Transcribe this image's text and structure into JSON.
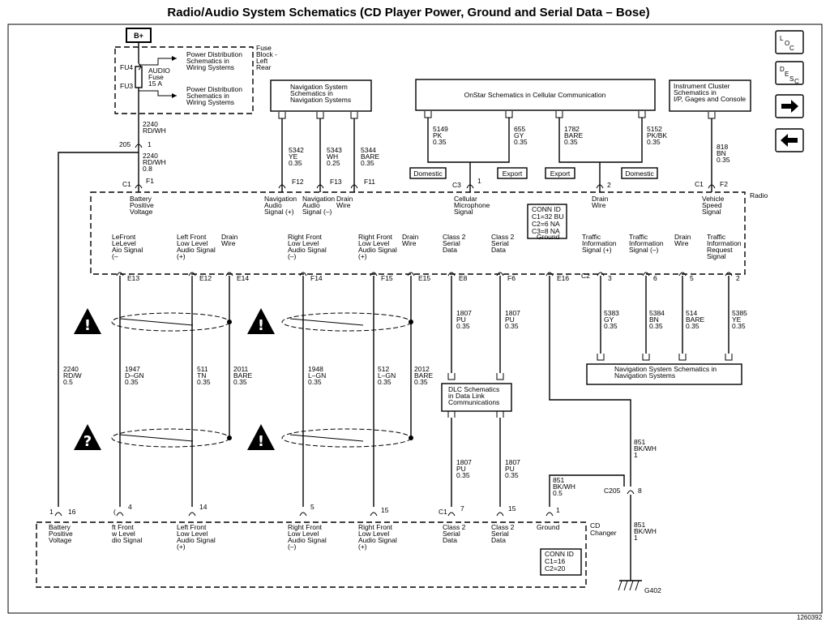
{
  "title": "Radio/Audio System Schematics (CD Player Power, Ground and Serial Data – Bose)",
  "diagram_id": "1260392",
  "nav_buttons": {
    "loc": [
      "L",
      "O",
      "C"
    ],
    "desc": [
      "D",
      "E",
      "S",
      "C"
    ]
  },
  "power": {
    "label": "B+"
  },
  "fuse_block": {
    "label": [
      "Fuse",
      "Block -",
      "Left",
      "Rear"
    ],
    "fuse_name": [
      "AUDIO",
      "Fuse",
      "15 A"
    ],
    "fu4": "FU4",
    "fu3": "FU3",
    "ref_top": [
      "Power Distribution",
      "Schematics in",
      "Wiring Systems"
    ],
    "ref_bottom": [
      "Power Distribution",
      "Schematics in",
      "Wiring Systems"
    ]
  },
  "splice": {
    "wire_top": [
      "2240",
      "RD/WH"
    ],
    "s205": "205",
    "pin": "1",
    "wire_bottom": [
      "2240",
      "RD/WH",
      "0.8"
    ]
  },
  "nav_top_box": [
    "Navigation System",
    "Schematics in",
    "Navigation Systems"
  ],
  "nav_top_wires": [
    {
      "circuit": [
        "5342",
        "YE",
        "0.35"
      ],
      "pin": "F12",
      "func": [
        "Navigation",
        "Audio",
        "Signal (+)"
      ]
    },
    {
      "circuit": [
        "5343",
        "WH",
        "0.25"
      ],
      "pin": "F13",
      "func": [
        "Navigation",
        "Audio",
        "Signal (–)"
      ]
    },
    {
      "circuit": [
        "5344",
        "BARE",
        "0.35"
      ],
      "pin": "F11",
      "func": [
        "Drain",
        "Wire"
      ]
    }
  ],
  "onstar_box": "OnStar Schematics in Cellular Communication",
  "onstar_wires": [
    {
      "circuit": [
        "5149",
        "PK",
        "0.35"
      ]
    },
    {
      "circuit": [
        "655",
        "GY",
        "0.35"
      ]
    },
    {
      "circuit": [
        "1782",
        "BARE",
        "0.35"
      ]
    },
    {
      "circuit": [
        "5152",
        "PK/BK",
        "0.35"
      ]
    }
  ],
  "onstar_options": [
    "Domestic",
    "Export",
    "Export",
    "Domestic"
  ],
  "onstar_junction": {
    "c3": "C3",
    "pin1": "1",
    "pin2": "2",
    "func1": [
      "Cellular",
      "Microphone",
      "Signal"
    ],
    "func2": [
      "Drain",
      "Wire"
    ]
  },
  "ipc_box": [
    "Instrument Cluster",
    "Schematics in",
    "I/P, Gages and Console"
  ],
  "ipc_wire": {
    "circuit": [
      "818",
      "BN",
      "0.35"
    ],
    "c1": "C1",
    "pin": "F2",
    "func": [
      "Vehicle",
      "Speed",
      "Signal"
    ]
  },
  "radio": {
    "label": "Radio",
    "c1": "C1",
    "f1": "F1",
    "battery_func": [
      "Battery",
      "Positive",
      "Voltage"
    ],
    "conn_id": [
      "CONN ID",
      "C1=32 BU",
      "C2=6 NA",
      "C3=8 NA"
    ]
  },
  "radio_bottom_funcs": [
    [
      "LeFront",
      "LeLevel",
      "Aio Signal",
      "(–"
    ],
    [
      "Left Front",
      "Low Level",
      "Audio Signal",
      "(+)"
    ],
    [
      "Drain",
      "Wire"
    ],
    [
      "Right Front",
      "Low Level",
      "Audio Signal",
      "(–)"
    ],
    [
      "Right Front",
      "Low Level",
      "Audio Signal",
      "(+)"
    ],
    [
      "Drain",
      "Wire"
    ],
    [
      "Class 2",
      "Serial",
      "Data"
    ],
    [
      "Class 2",
      "Serial",
      "Data"
    ],
    [
      "Ground"
    ],
    [
      "Traffic",
      "Information",
      "Signal (+)"
    ],
    [
      "Traffic",
      "Information",
      "Signal (–)"
    ],
    [
      "Drain",
      "Wire"
    ],
    [
      "Traffic",
      "Information",
      "Request",
      "Signal"
    ]
  ],
  "radio_bottom_pins": [
    "E13",
    "E12",
    "E14",
    "F14",
    "F15",
    "E15",
    "E8",
    "F6",
    "E16",
    "3",
    "6",
    "5",
    "2"
  ],
  "c2_label": "C2",
  "audio_wires": [
    {
      "circuit": [
        "1947",
        "D–GN",
        "0.35"
      ]
    },
    {
      "circuit": [
        "511",
        "TN",
        "0.35"
      ]
    },
    {
      "circuit": [
        "2011",
        "BARE",
        "0.35"
      ]
    },
    {
      "circuit": [
        "1948",
        "L–GN",
        "0.35"
      ]
    },
    {
      "circuit": [
        "512",
        "L–GN",
        "0.35"
      ]
    },
    {
      "circuit": [
        "2012",
        "BARE",
        "0.35"
      ]
    }
  ],
  "class2_wires_top": [
    {
      "circuit": [
        "1807",
        "PU",
        "0.35"
      ]
    },
    {
      "circuit": [
        "1807",
        "PU",
        "0.35"
      ]
    }
  ],
  "class2_wires_bottom": [
    {
      "circuit": [
        "1807",
        "PU",
        "0.35"
      ]
    },
    {
      "circuit": [
        "1807",
        "PU",
        "0.35"
      ]
    }
  ],
  "dlc_box": [
    "DLC Schematics",
    "in Data Link",
    "Communications"
  ],
  "traffic_wires": [
    {
      "circuit": [
        "5383",
        "GY",
        "0.35"
      ]
    },
    {
      "circuit": [
        "5384",
        "BN",
        "0.35"
      ]
    },
    {
      "circuit": [
        "514",
        "BARE",
        "0.35"
      ]
    },
    {
      "circuit": [
        "5385",
        "YE",
        "0.35"
      ]
    }
  ],
  "nav_bottom_box": [
    "Navigation System Schematics in",
    "Navigation Systems"
  ],
  "battery_wire_left": [
    "2240",
    "RD/W",
    "0.5"
  ],
  "ground": {
    "wire_upper": [
      "851",
      "BK/WH",
      "1"
    ],
    "wire_left": [
      "851",
      "BK/WH",
      "0.5"
    ],
    "c205": "C205",
    "pin": "8",
    "wire_lower": [
      "851",
      "BK/WH",
      "1"
    ],
    "g402": "G402"
  },
  "cd_changer": {
    "label": [
      "CD",
      "Changer"
    ],
    "c1": "C1",
    "pins": [
      "1",
      "16",
      "(",
      "4",
      "14",
      "5",
      "15",
      "7",
      "15",
      "1"
    ],
    "funcs": [
      [
        "Battery",
        "Positive",
        "Voltage"
      ],
      [
        "ft Front",
        "w Level",
        "dio Signal"
      ],
      [
        "Left Front",
        "Low Level",
        "Audio Signal",
        "(+)"
      ],
      [
        "Right Front",
        "Low Level",
        "Audio Signal",
        "(–)"
      ],
      [
        "Right Front",
        "Low Level",
        "Audio Signal",
        "(+)"
      ],
      [
        "Class 2",
        "Serial",
        "Data"
      ],
      [
        "Class 2",
        "Serial",
        "Data"
      ],
      [
        "Ground"
      ]
    ],
    "conn_id": [
      "CONN ID",
      "C1=16",
      "C2=20"
    ]
  }
}
